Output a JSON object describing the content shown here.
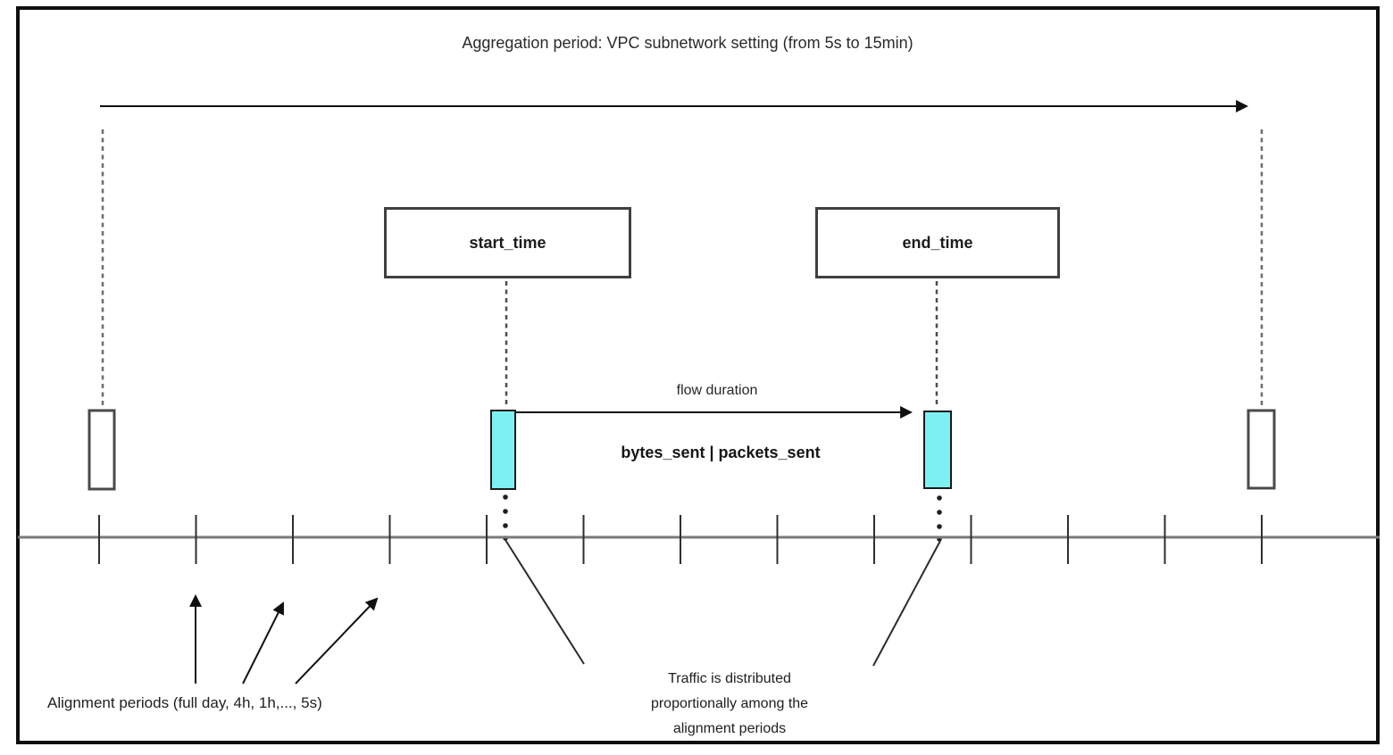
{
  "title": "Aggregation period: VPC subnetwork setting (from 5s to 15min)",
  "boxes": {
    "start_time": "start_time",
    "end_time": "end_time"
  },
  "labels": {
    "flow_duration": "flow duration",
    "metrics": "bytes_sent | packets_sent",
    "alignment_periods": "Alignment periods (full day, 4h, 1h,..., 5s)",
    "traffic_note": "Traffic is distributed\nproportionally among the\nalignment periods"
  },
  "colors": {
    "highlight": "#7df1f1",
    "frame": "#0f0f0f",
    "timeline": "#7a7a7a"
  },
  "timeline": {
    "tick_count": 13
  }
}
